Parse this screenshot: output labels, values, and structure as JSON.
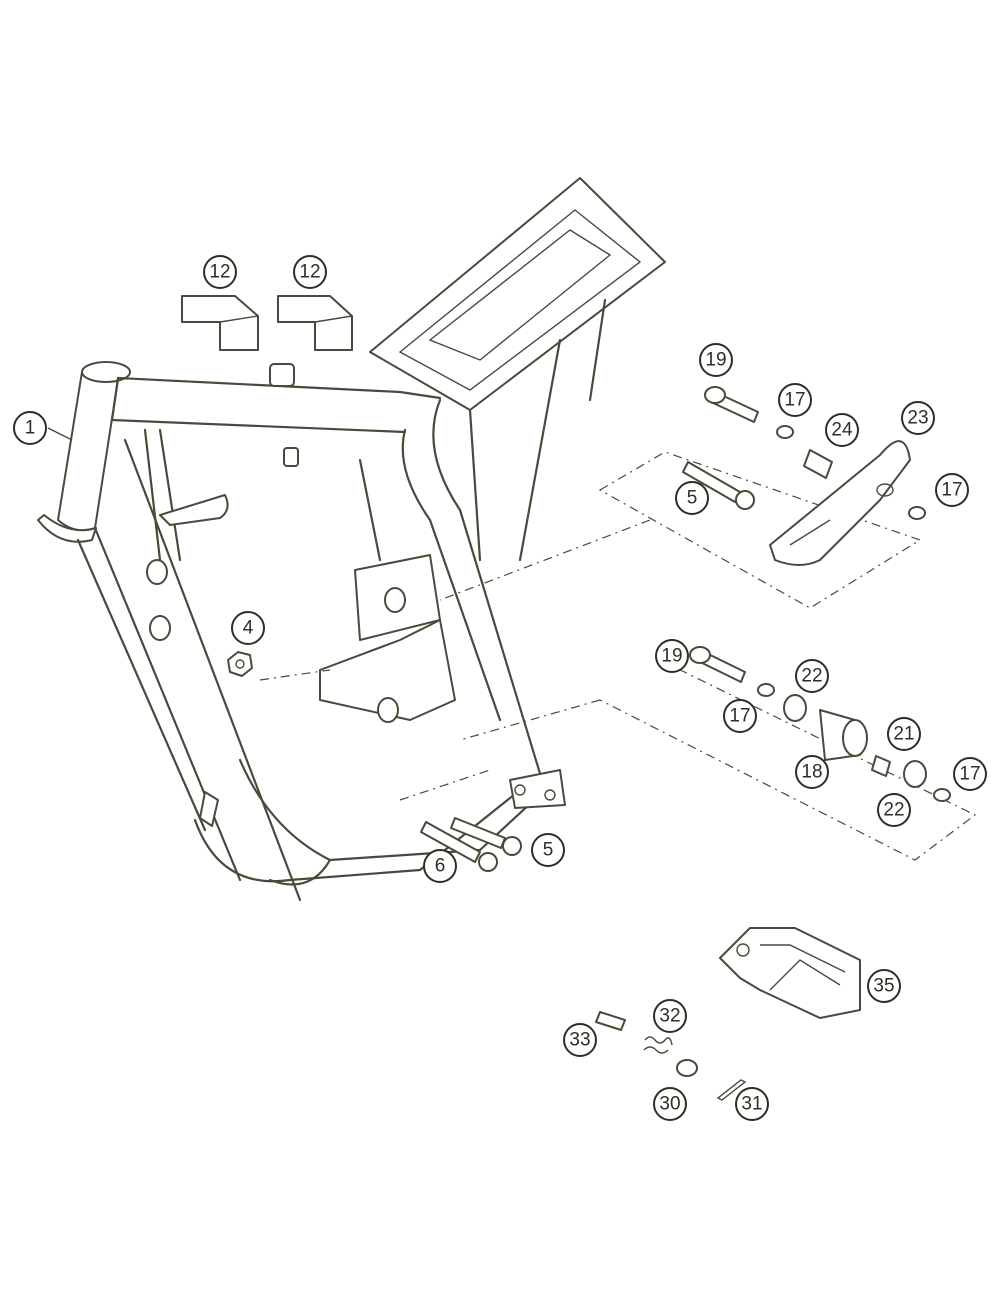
{
  "callouts": [
    {
      "id": "c1",
      "label": "1"
    },
    {
      "id": "c12a",
      "label": "12"
    },
    {
      "id": "c12b",
      "label": "12"
    },
    {
      "id": "c4",
      "label": "4"
    },
    {
      "id": "c5a",
      "label": "5"
    },
    {
      "id": "c5b",
      "label": "5"
    },
    {
      "id": "c6",
      "label": "6"
    },
    {
      "id": "c19a",
      "label": "19"
    },
    {
      "id": "c17a",
      "label": "17"
    },
    {
      "id": "c24",
      "label": "24"
    },
    {
      "id": "c23",
      "label": "23"
    },
    {
      "id": "c17b",
      "label": "17"
    },
    {
      "id": "c19b",
      "label": "19"
    },
    {
      "id": "c22a",
      "label": "22"
    },
    {
      "id": "c17c",
      "label": "17"
    },
    {
      "id": "c21",
      "label": "21"
    },
    {
      "id": "c18",
      "label": "18"
    },
    {
      "id": "c22b",
      "label": "22"
    },
    {
      "id": "c17d",
      "label": "17"
    },
    {
      "id": "c35",
      "label": "35"
    },
    {
      "id": "c32",
      "label": "32"
    },
    {
      "id": "c33",
      "label": "33"
    },
    {
      "id": "c30",
      "label": "30"
    },
    {
      "id": "c31",
      "label": "31"
    }
  ]
}
